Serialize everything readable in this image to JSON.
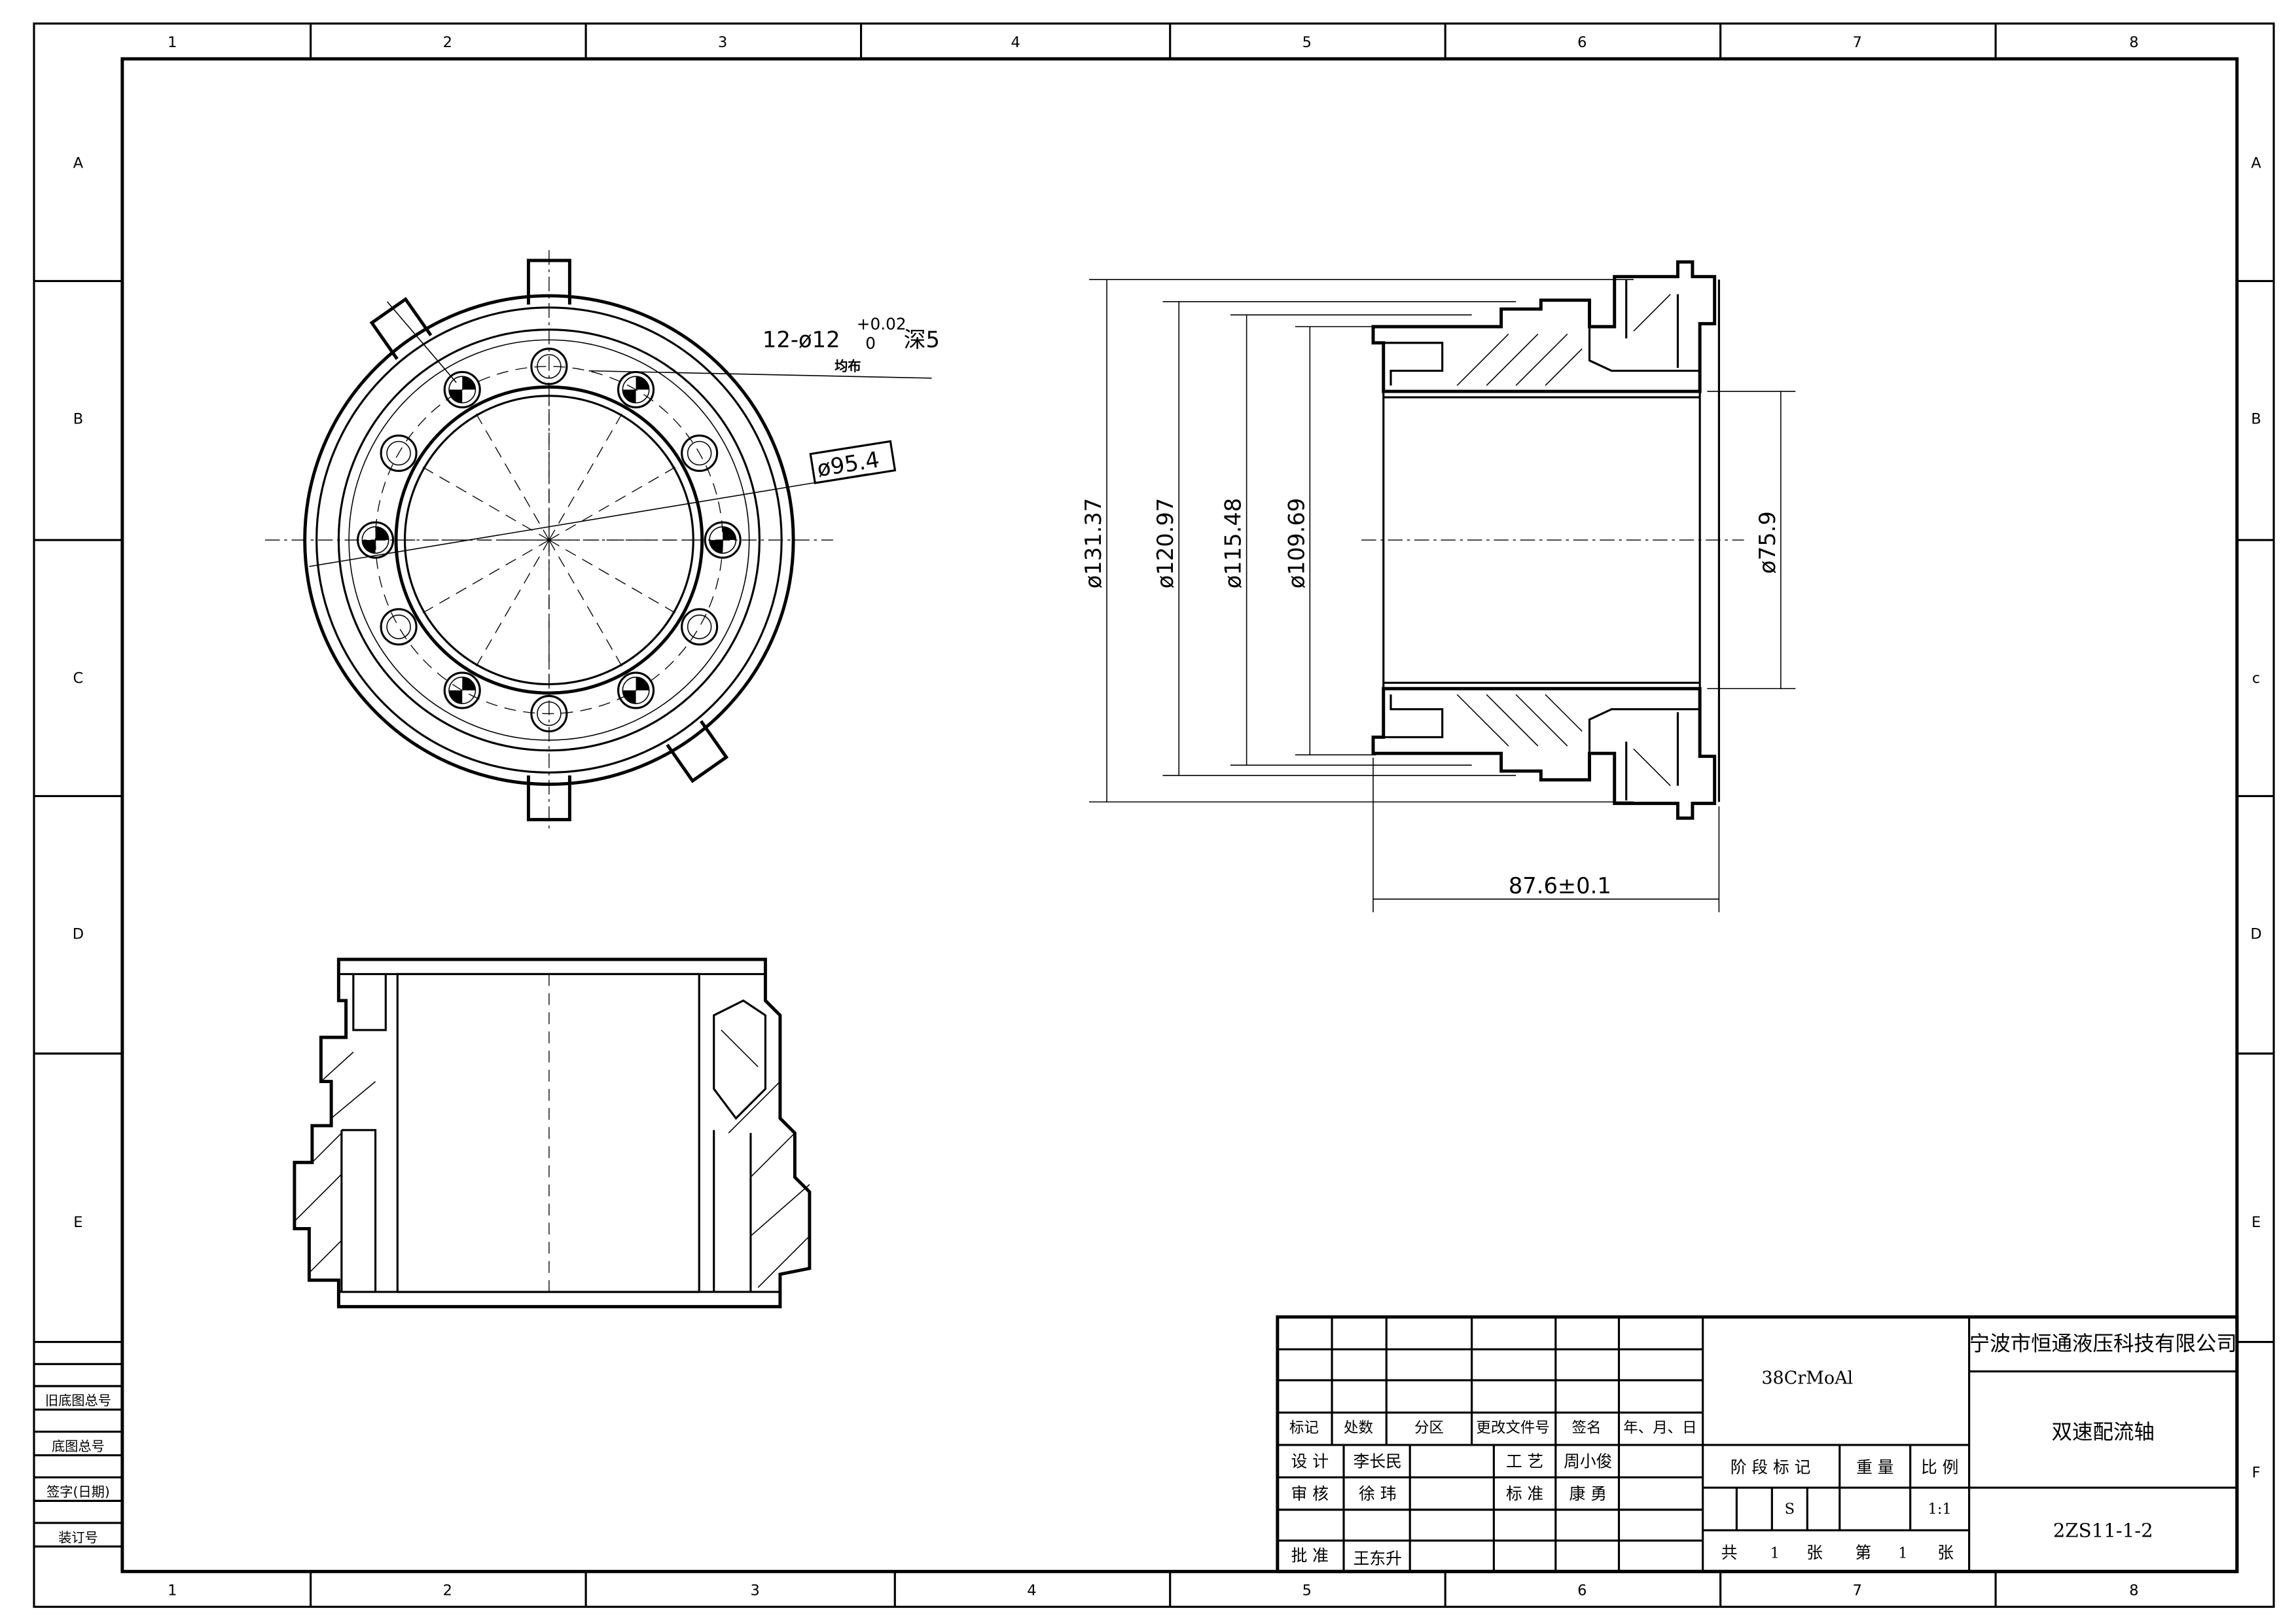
{
  "border": {
    "columns_top": [
      "1",
      "2",
      "3",
      "4",
      "5",
      "6",
      "7",
      "8"
    ],
    "columns_bottom": [
      "1",
      "2",
      "3",
      "4",
      "5",
      "6",
      "7",
      "8"
    ],
    "rows_left": [
      "A",
      "B",
      "C",
      "D",
      "E"
    ],
    "rows_right": [
      "A",
      "B",
      "c",
      "D",
      "E",
      "F"
    ]
  },
  "side_table": [
    "旧底图总号",
    "底图总号",
    "签字(日期)",
    "装订号"
  ],
  "annotations": {
    "holes": "12-ø12",
    "holes_tol_upper": "+0.02",
    "holes_tol_lower": "0",
    "holes_depth": "深5",
    "holes_note": "均布",
    "bolt_circle": "ø95.4",
    "d1": "ø131.37",
    "d2": "ø120.97",
    "d3": "ø115.48",
    "d4": "ø109.69",
    "d5": "ø75.9",
    "length": "87.6±0.1"
  },
  "title_block": {
    "headers": [
      "标记",
      "处数",
      "分区",
      "更改文件号",
      "签名",
      "年、月、日"
    ],
    "design_label": "设 计",
    "design_name": "李长民",
    "process_label": "工 艺",
    "process_name": "周小俊",
    "review_label": "审 核",
    "review_name": "徐 玮",
    "standard_label": "标 准",
    "standard_name": "康 勇",
    "approve_label": "批 准",
    "approve_name": "王东升",
    "material": "38CrMoAl",
    "stage_label": "阶 段 标 记",
    "weight_label": "重 量",
    "scale_label": "比 例",
    "stage_value": "S",
    "scale_value": "1:1",
    "sheets_total_label": "共",
    "sheets_total": "1",
    "sheet_unit1": "张",
    "sheet_no_label": "第",
    "sheet_no": "1",
    "sheet_unit2": "张",
    "company": "宁波市恒通液压科技有限公司",
    "part_name": "双速配流轴",
    "drawing_no": "2ZS11-1-2"
  }
}
